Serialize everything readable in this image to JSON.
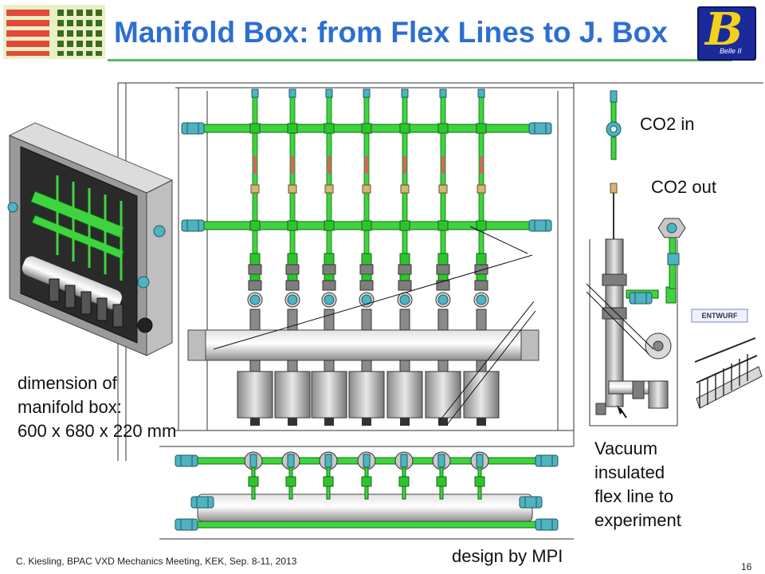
{
  "slide": {
    "title": "Manifold Box: from Flex Lines to J. Box",
    "logo_text": "Belle II",
    "page_number": "16",
    "footer": "C. Kiesling, BPAC VXD Mechanics Meeting, KEK, Sep. 8-11, 2013"
  },
  "annotations": {
    "co2_in": "CO2 in",
    "co2_out": "CO2 out",
    "dimension_line1": "dimension of",
    "dimension_line2": "manifold box:",
    "dimension_line3": "600 x 680 x 220 mm",
    "vacuum_line1": "Vacuum",
    "vacuum_line2": "insulated",
    "vacuum_line3": "flex line to",
    "vacuum_line4": "experiment",
    "design_credit": "design by MPI",
    "stamp": "ENTWURF"
  },
  "colors": {
    "title_blue": "#2d6fd0",
    "rule_green": "#5cb85c",
    "pipe_green": "#3fd43f",
    "fitting_teal": "#4fb3c0",
    "manifold_gray": "#b8b8b8",
    "logo_navy": "#1a2a9a",
    "logo_gold": "#f2d21a"
  }
}
